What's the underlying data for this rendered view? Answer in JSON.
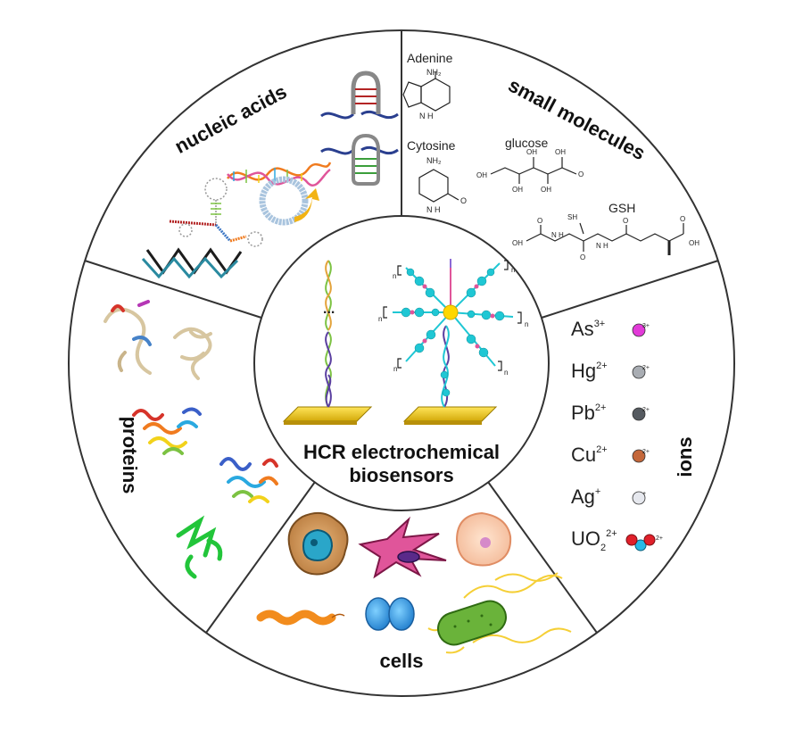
{
  "center": {
    "line1": "HCR electrochemical",
    "line2": "biosensors",
    "n_label": "n",
    "dots": "..."
  },
  "segments": {
    "nucleic_acids": "nucleic acids",
    "small_molecules": "small molecules",
    "ions": "ions",
    "cells": "cells",
    "proteins": "proteins"
  },
  "molecules": {
    "adenine": "Adenine",
    "adenine_nh2": "NH₂",
    "adenine_nh": "N H",
    "cytosine": "Cytosine",
    "cytosine_nh2": "NH₂",
    "cytosine_o": "O",
    "cytosine_nh": "N H",
    "glucose": "glucose",
    "glucose_oh": "OH",
    "glucose_o": "O",
    "gsh": "GSH",
    "gsh_sh": "SH",
    "gsh_oh": "OH",
    "gsh_o": "O",
    "gsh_nh": "N H"
  },
  "ions": [
    {
      "base": "As",
      "charge": "3+",
      "dot_label": "3+",
      "color": "#e23ad8"
    },
    {
      "base": "Hg",
      "charge": "2+",
      "dot_label": "2+",
      "color": "#a9adb3"
    },
    {
      "base": "Pb",
      "charge": "2+",
      "dot_label": "2+",
      "color": "#555a60"
    },
    {
      "base": "Cu",
      "charge": "2+",
      "dot_label": "2+",
      "color": "#c4673a"
    },
    {
      "base": "Ag",
      "charge": "+",
      "dot_label": "+",
      "color": "#e6e8ee"
    },
    {
      "base": "UO",
      "sub": "2",
      "charge": "2+",
      "dot_label": "2+",
      "color": "#e0202a"
    }
  ],
  "colors": {
    "ring_stroke": "#333333",
    "electrode": "#f2d21b",
    "dna_green": "#7cc242",
    "dna_purple": "#5a3fa0",
    "dna_cyan": "#1fc7d4",
    "dna_pink": "#e0559a",
    "core": "#ffd700"
  }
}
